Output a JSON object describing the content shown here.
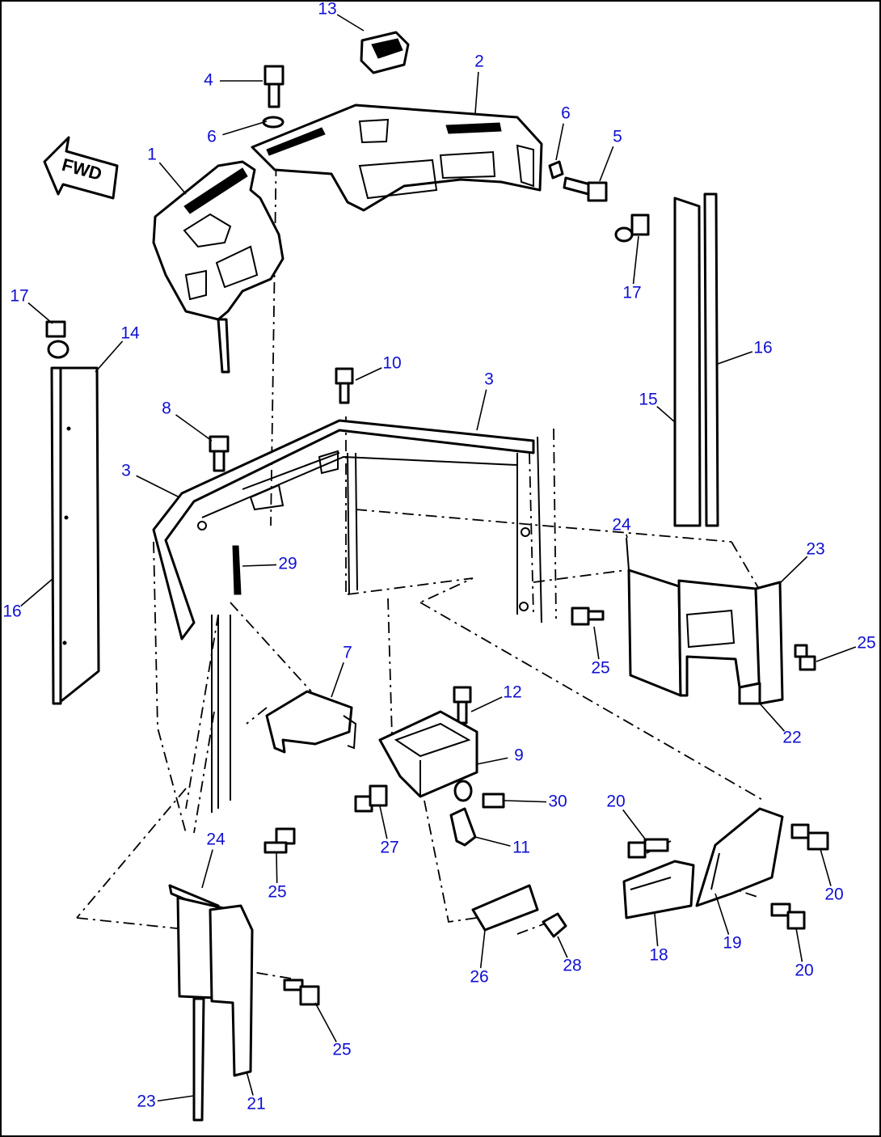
{
  "fwd_label": "FWD",
  "callout_color": "#1010d0",
  "callouts": [
    {
      "id": "13",
      "label": "13"
    },
    {
      "id": "2",
      "label": "2"
    },
    {
      "id": "4",
      "label": "4"
    },
    {
      "id": "6a",
      "label": "6"
    },
    {
      "id": "6b",
      "label": "6"
    },
    {
      "id": "5",
      "label": "5"
    },
    {
      "id": "1",
      "label": "1"
    },
    {
      "id": "17a",
      "label": "17"
    },
    {
      "id": "17b",
      "label": "17"
    },
    {
      "id": "14",
      "label": "14"
    },
    {
      "id": "10",
      "label": "10"
    },
    {
      "id": "3a",
      "label": "3"
    },
    {
      "id": "16a",
      "label": "16"
    },
    {
      "id": "15",
      "label": "15"
    },
    {
      "id": "8",
      "label": "8"
    },
    {
      "id": "3b",
      "label": "3"
    },
    {
      "id": "29",
      "label": "29"
    },
    {
      "id": "24a",
      "label": "24"
    },
    {
      "id": "23a",
      "label": "23"
    },
    {
      "id": "16b",
      "label": "16"
    },
    {
      "id": "25a",
      "label": "25"
    },
    {
      "id": "25b",
      "label": "25"
    },
    {
      "id": "22",
      "label": "22"
    },
    {
      "id": "7",
      "label": "7"
    },
    {
      "id": "12",
      "label": "12"
    },
    {
      "id": "9",
      "label": "9"
    },
    {
      "id": "30",
      "label": "30"
    },
    {
      "id": "20a",
      "label": "20"
    },
    {
      "id": "27",
      "label": "27"
    },
    {
      "id": "11",
      "label": "11"
    },
    {
      "id": "24b",
      "label": "24"
    },
    {
      "id": "25c",
      "label": "25"
    },
    {
      "id": "20b",
      "label": "20"
    },
    {
      "id": "28",
      "label": "28"
    },
    {
      "id": "26",
      "label": "26"
    },
    {
      "id": "18",
      "label": "18"
    },
    {
      "id": "19",
      "label": "19"
    },
    {
      "id": "20c",
      "label": "20"
    },
    {
      "id": "25d",
      "label": "25"
    },
    {
      "id": "23b",
      "label": "23"
    },
    {
      "id": "21",
      "label": "21"
    }
  ]
}
